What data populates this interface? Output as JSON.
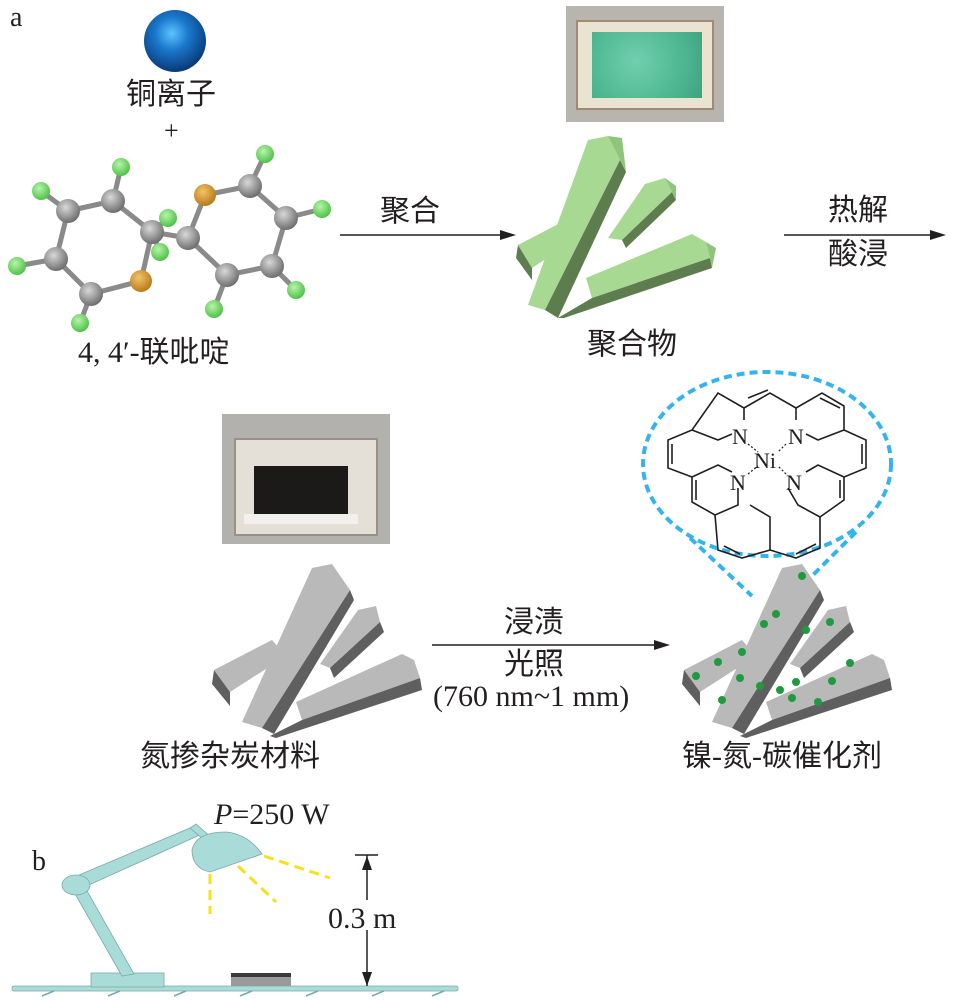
{
  "panels": {
    "a": "a",
    "b": "b"
  },
  "reactants": {
    "copper_ion": "铜离子",
    "plus": "+",
    "bipyridine": "4, 4′-联吡啶"
  },
  "steps": {
    "polymerization": "聚合",
    "pyrolysis": "热解",
    "acid_leaching": "酸浸",
    "impregnation": "浸渍",
    "illumination": "光照",
    "wavelength_range": "(760 nm~1 mm)"
  },
  "products": {
    "polymer": "聚合物",
    "n_doped_carbon": "氮掺杂炭材料",
    "catalyst": "镍-氮-碳催化剂"
  },
  "structure": {
    "n_atoms": [
      "N",
      "N",
      "N",
      "N"
    ],
    "metal": "Ni"
  },
  "setup": {
    "power_label_var": "P",
    "power_label_value": "=250 W",
    "distance": "0.3 m"
  },
  "colors": {
    "copper_ion": "#1a6fc0",
    "polymer_light": "#a7d992",
    "polymer_dark": "#5e7d4f",
    "carbon_light": "#b9b9b9",
    "carbon_dark": "#5f5f5f",
    "ni_dot": "#1f9a3f",
    "zoom_circle": "#35b4ec",
    "lamp": "#a9dcd9",
    "light_ray": "#f5e21b"
  }
}
